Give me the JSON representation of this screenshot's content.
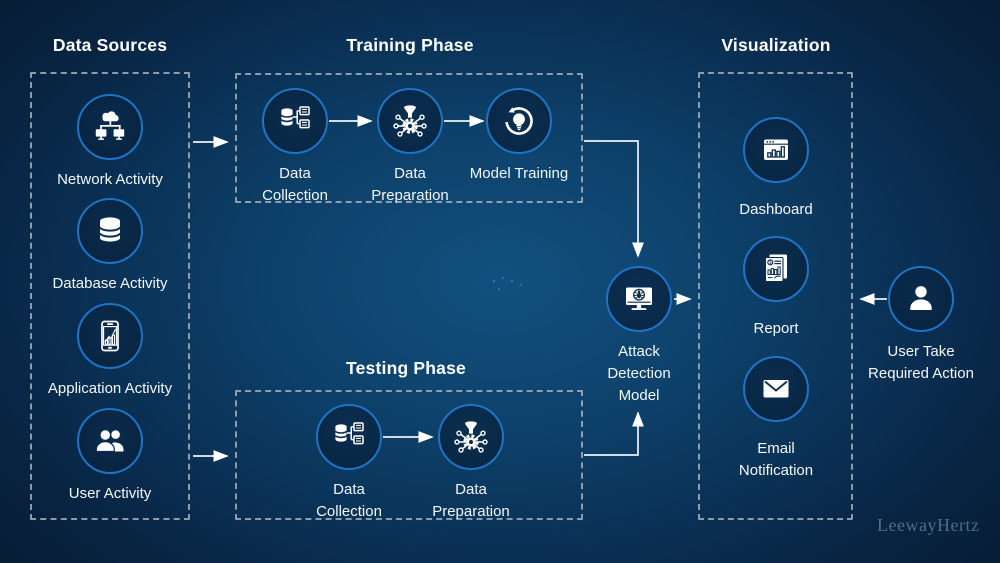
{
  "sections": {
    "data_sources": {
      "title": "Data Sources",
      "items": [
        {
          "label": "Network Activity",
          "icon": "cloud-network-icon"
        },
        {
          "label": "Database Activity",
          "icon": "database-icon"
        },
        {
          "label": "Application Activity",
          "icon": "mobile-chart-icon"
        },
        {
          "label": "User Activity",
          "icon": "users-icon"
        }
      ]
    },
    "training_phase": {
      "title": "Training Phase",
      "items": [
        {
          "label": "Data Collection",
          "icon": "data-collection-icon"
        },
        {
          "label": "Data Preparation",
          "icon": "data-preparation-icon"
        },
        {
          "label": "Model Training",
          "icon": "model-training-icon"
        }
      ]
    },
    "testing_phase": {
      "title": "Testing Phase",
      "items": [
        {
          "label": "Data Collection",
          "icon": "data-collection-icon"
        },
        {
          "label": "Data Preparation",
          "icon": "data-preparation-icon"
        }
      ]
    },
    "visualization": {
      "title": "Visualization",
      "items": [
        {
          "label": "Dashboard",
          "icon": "dashboard-window-icon"
        },
        {
          "label": "Report",
          "icon": "report-document-icon"
        },
        {
          "label": "Email Notification",
          "icon": "envelope-icon"
        }
      ]
    },
    "attack_detection": {
      "label": "Attack Detection Model",
      "icon": "bug-monitor-icon"
    },
    "user_action": {
      "label": "User Take Required Action",
      "icon": "person-icon"
    }
  },
  "flow": [
    "Data Sources → Training Phase",
    "Data Sources → Testing Phase",
    "Data Collection → Data Preparation (training)",
    "Data Preparation → Model Training (training)",
    "Data Collection → Data Preparation (testing)",
    "Training Phase → Attack Detection Model",
    "Testing Phase → Attack Detection Model",
    "Attack Detection Model → Visualization",
    "User Take Required Action → Visualization"
  ],
  "watermark": "LeewayHertz",
  "colors": {
    "background_center": "#11517f",
    "background_edge": "#071e37",
    "circle_ring": "#1d74c6",
    "circle_fill": "#0a2c4e",
    "dashed_border": "#a5b0ba",
    "arrow": "#eef2f6",
    "text": "#f3f7fa",
    "icon_dark": "#0b2d4f"
  }
}
